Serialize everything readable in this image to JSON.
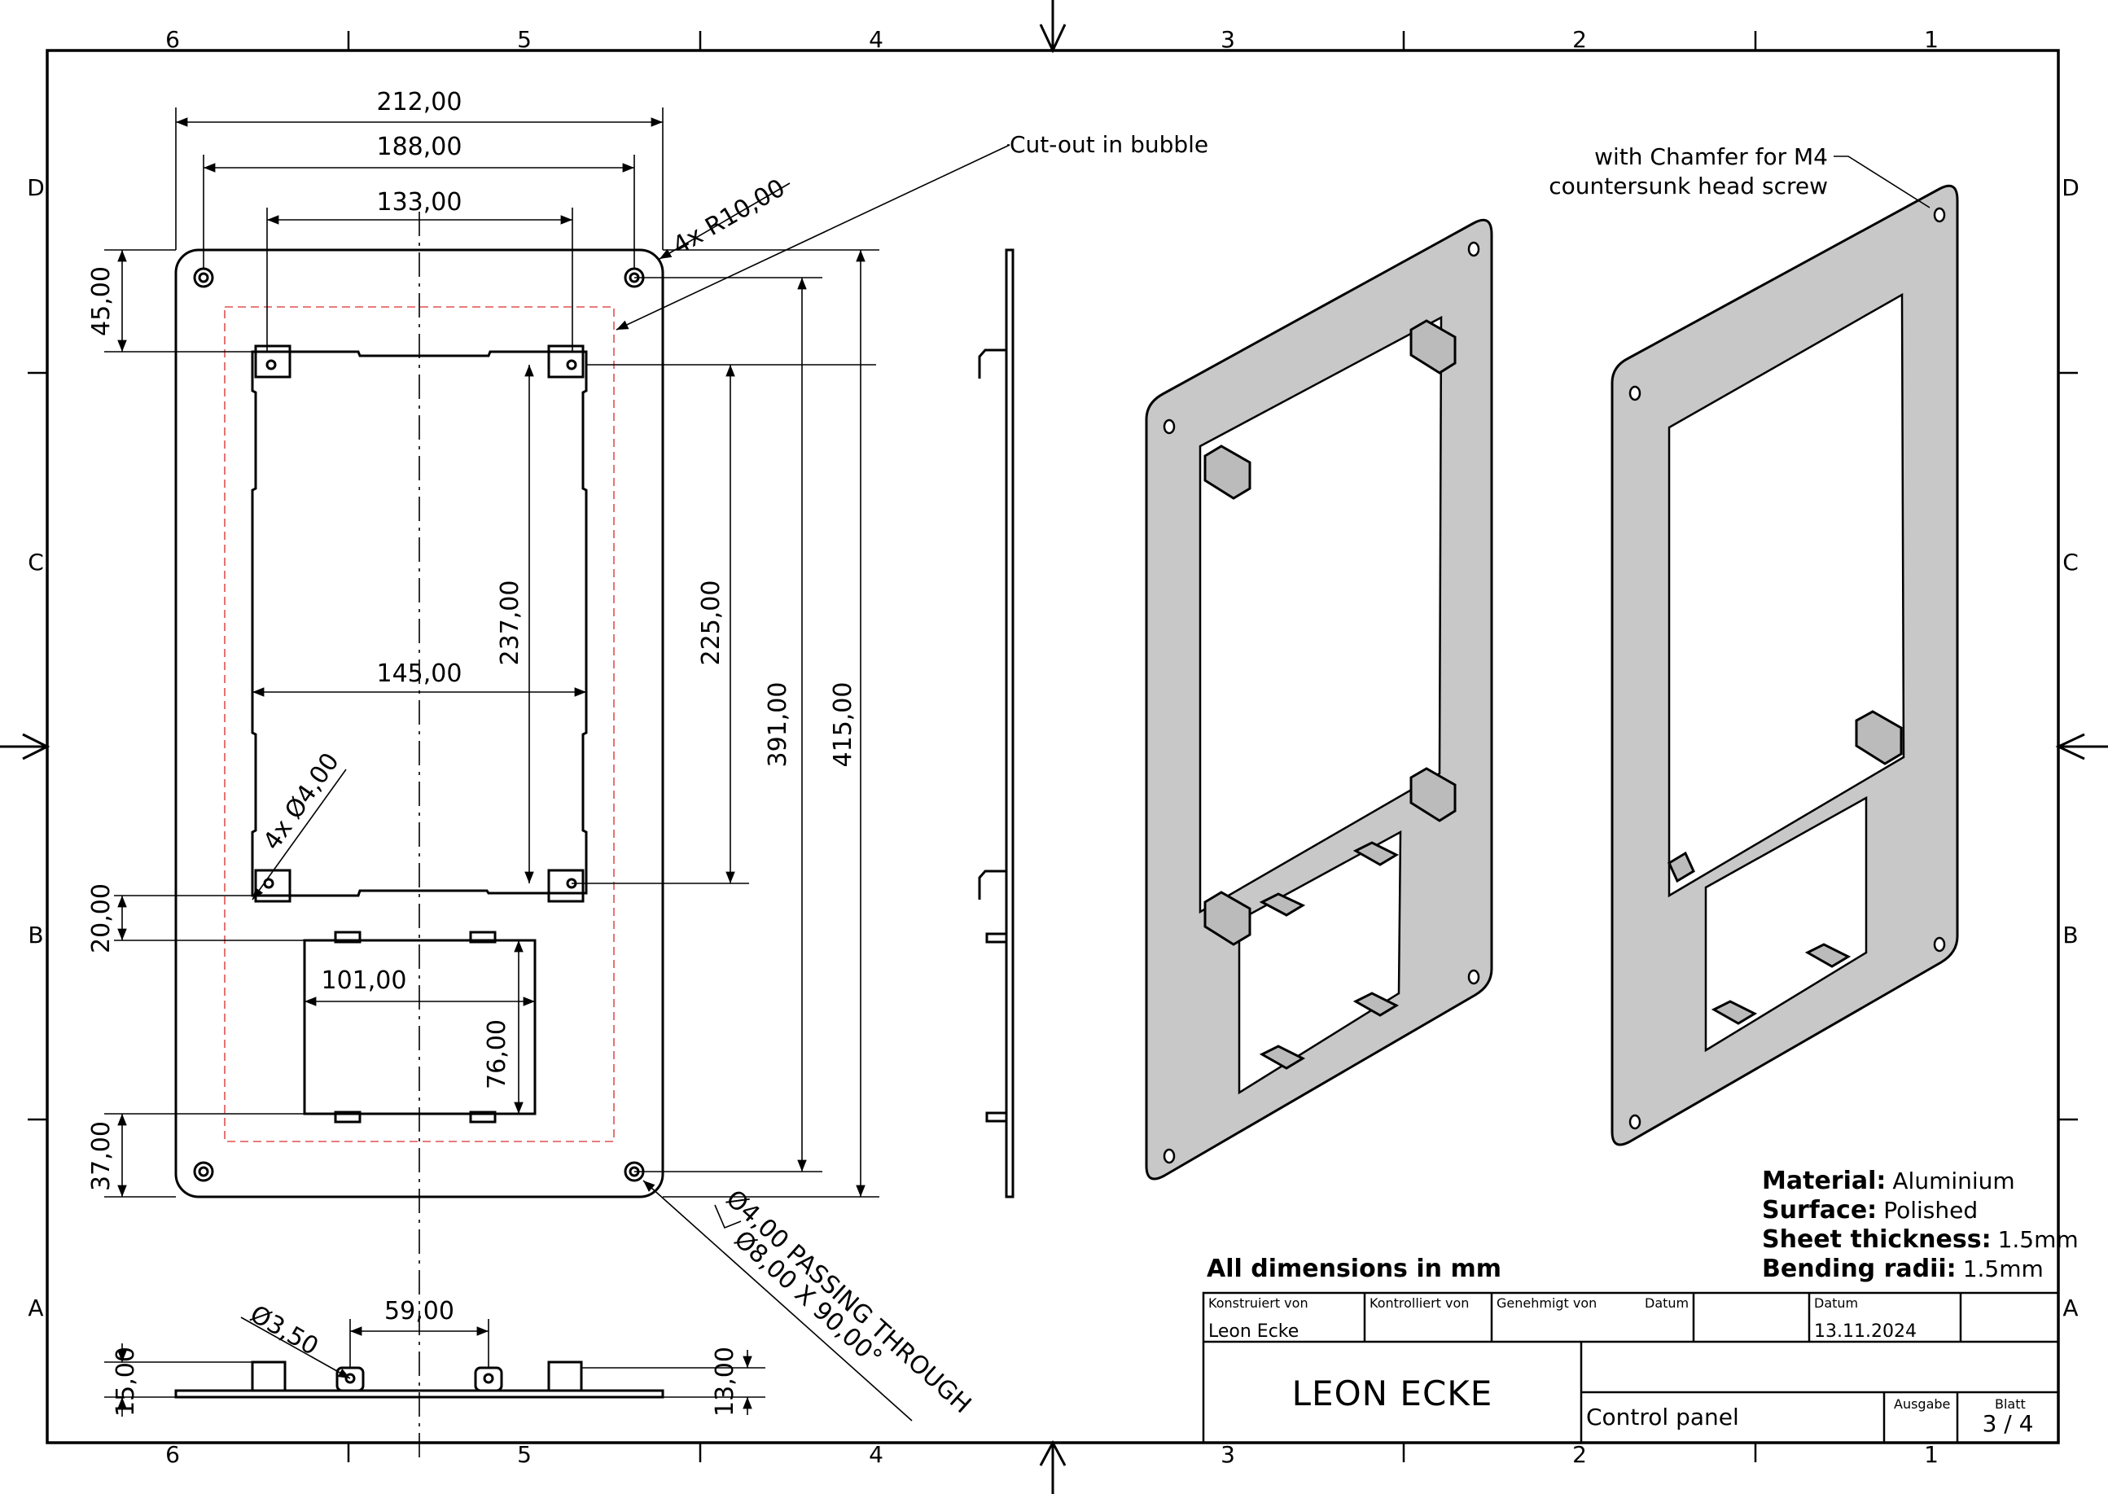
{
  "sheet": {
    "zones_columns": [
      "6",
      "5",
      "4",
      "3",
      "2",
      "1"
    ],
    "zones_rows": [
      "D",
      "C",
      "B",
      "A"
    ]
  },
  "dimensions": {
    "d212": "212,00",
    "d188": "188,00",
    "d133": "133,00",
    "d45": "45,00",
    "r10": "4x R10,00",
    "d237": "237,00",
    "d225": "225,00",
    "d391": "391,00",
    "d415": "415,00",
    "d145": "145,00",
    "hole4": "4x Ø4,00",
    "d20": "20,00",
    "d101": "101,00",
    "d76": "76,00",
    "d37": "37,00",
    "hole_pass": "Ø4,00 PASSING THROUGH",
    "hole_csk": "Ø8,00 X 90,00°",
    "d350": "Ø3,50",
    "d59": "59,00",
    "d15": "15,00",
    "d13": "13,00"
  },
  "callouts": {
    "cutout": "Cut-out in bubble",
    "chamfer_line1": "with Chamfer for M4",
    "chamfer_line2": "countersunk head screw"
  },
  "specs": {
    "material_label": "Material:",
    "material_value": "Aluminium",
    "surface_label": "Surface:",
    "surface_value": "Polished",
    "thickness_label": "Sheet thickness:",
    "thickness_value": "1.5mm",
    "bending_label": "Bending radii:",
    "bending_value": "1.5mm",
    "units_note": "All dimensions in mm"
  },
  "title_block": {
    "konstruiert_label": "Konstruiert von",
    "konstruiert_value": "Leon Ecke",
    "kontrolliert_label": "Kontrolliert von",
    "genehmigt_label": "Genehmigt von",
    "datum_label": "Datum",
    "datum2_label": "Datum",
    "datum2_value": "13.11.2024",
    "company": "LEON ECKE",
    "title": "Control panel",
    "ausgabe_label": "Ausgabe",
    "blatt_label": "Blatt",
    "blatt_value": "3 / 4"
  }
}
